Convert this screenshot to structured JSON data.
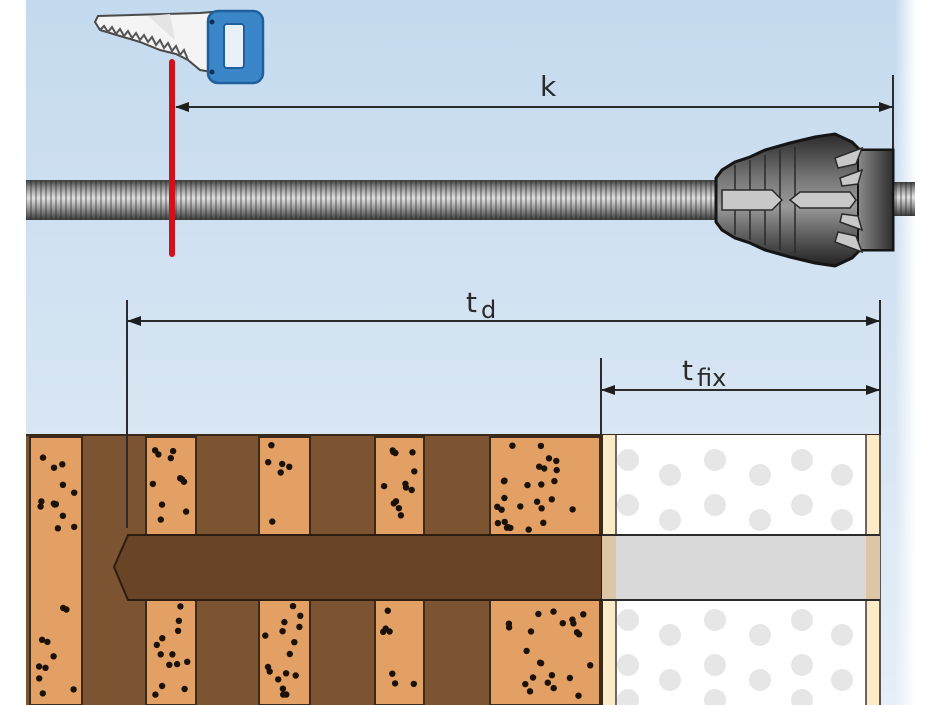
{
  "diagram": {
    "title": "Threaded rod anchor installation – cutting length and thickness dimensions",
    "labels": {
      "k": {
        "main": "k",
        "sub": ""
      },
      "td": {
        "main": "t",
        "sub": "d"
      },
      "tfix": {
        "main": "t",
        "sub": "fix"
      }
    },
    "components": {
      "tool": "hand-saw",
      "cut_marker": "red cut line",
      "rod": "threaded rod",
      "anchor": "plastic anchor sleeve",
      "base_material": "perforated brick wall",
      "fixture": "fixture / insulation layer"
    },
    "colors": {
      "sky_top": "#c4daee",
      "sky_bottom": "#e6eef7",
      "saw_handle": "#3a86c8",
      "saw_handle_dark": "#1f5f9c",
      "saw_blade": "#f4f4f4",
      "cut_line": "#d0111b",
      "rod_light": "#d8d8d8",
      "rod_dark": "#5a5a5a",
      "anchor_dark": "#2f2f2f",
      "anchor_mid": "#6d6d6d",
      "brick_orange": "#e3a064",
      "brick_brown": "#7d5431",
      "hole_brown": "#6a4427",
      "fixture_white": "#ffffff",
      "fixture_dots": "#e6e6e6",
      "fixture_hole": "#d9d9d9",
      "plaster": "#fdebc8",
      "line": "#2b2b2b"
    }
  }
}
